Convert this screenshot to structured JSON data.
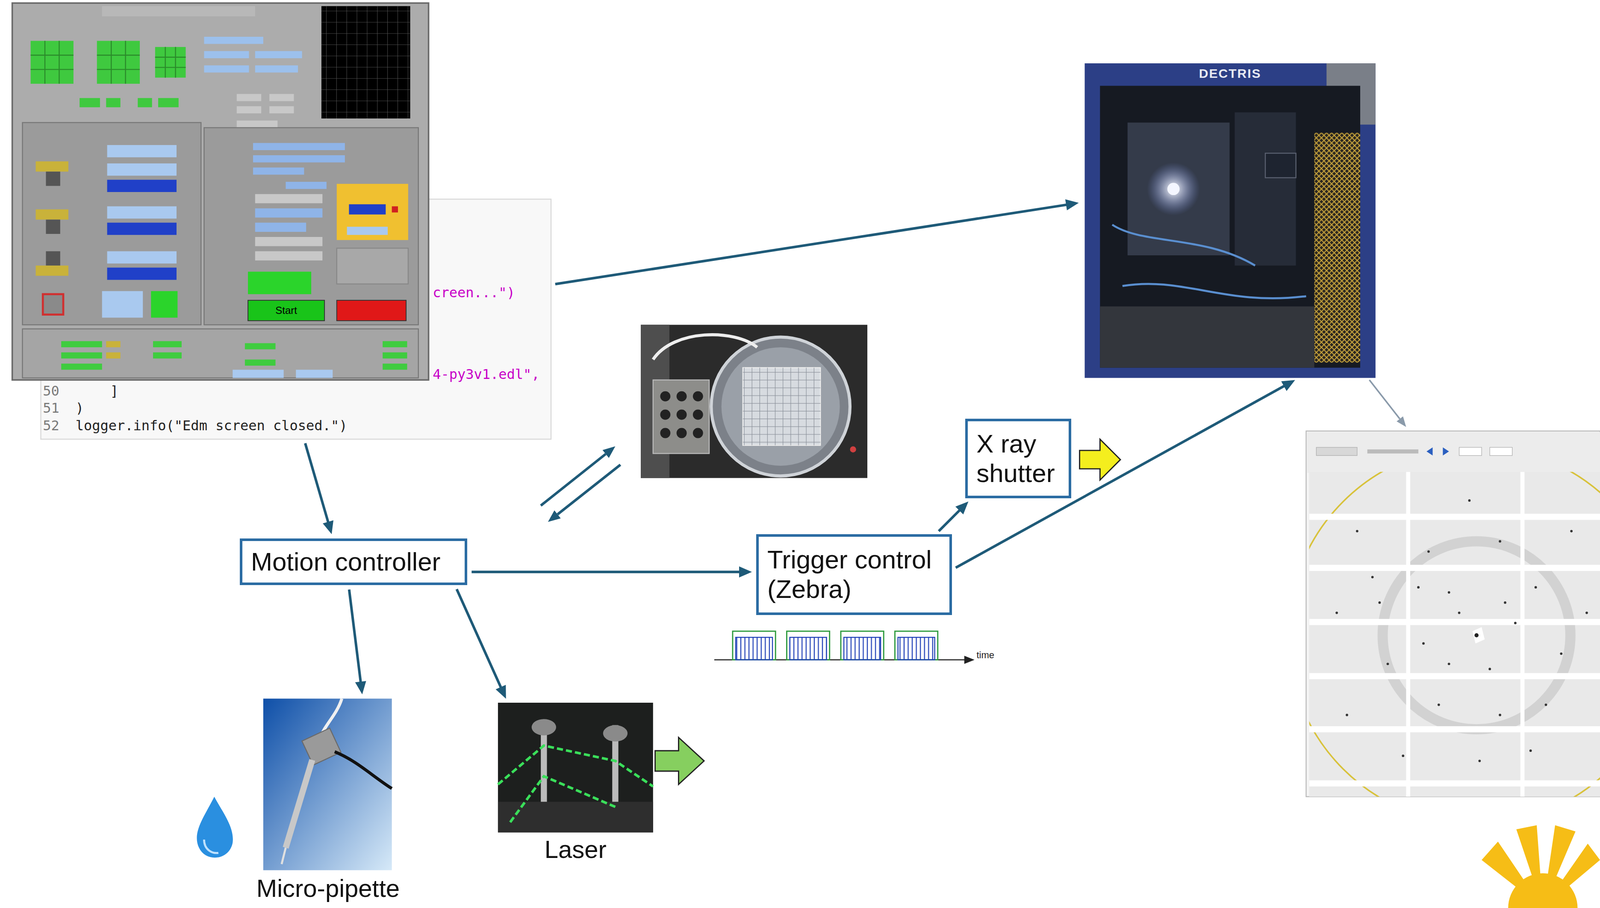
{
  "diagram": {
    "nodes": [
      {
        "text": [
          "creen...\")",
          "4-py3v1.edl\",",
          "50",
          "]",
          "51",
          ")",
          "52",
          "logger.info(\"Edm screen closed.\")"
        ]
      },
      {
        "text": [
          "DECTRIS"
        ]
      },
      {
        "text": [
          "X ray shutter"
        ]
      },
      {
        "text": [
          "Motion controller"
        ]
      },
      {
        "text": [
          "Trigger control (Zebra)"
        ]
      },
      {
        "text": [
          "Micro-pipette"
        ]
      },
      {
        "text": [
          "Laser"
        ]
      }
    ],
    "edges": [
      {
        "from": 0,
        "to": 1,
        "arrow": "to"
      },
      {
        "from": 0,
        "to": 3,
        "arrow": "to"
      },
      {
        "from": 3,
        "to": 4,
        "arrow": "to"
      },
      {
        "from": 3,
        "to": 5,
        "arrow": "to"
      },
      {
        "from": 3,
        "to": 6,
        "arrow": "to"
      },
      {
        "from": 4,
        "to": 2,
        "arrow": "to"
      },
      {
        "from": 4,
        "to": 1,
        "arrow": "to"
      }
    ],
    "labels": [
      "Start",
      "time"
    ]
  }
}
